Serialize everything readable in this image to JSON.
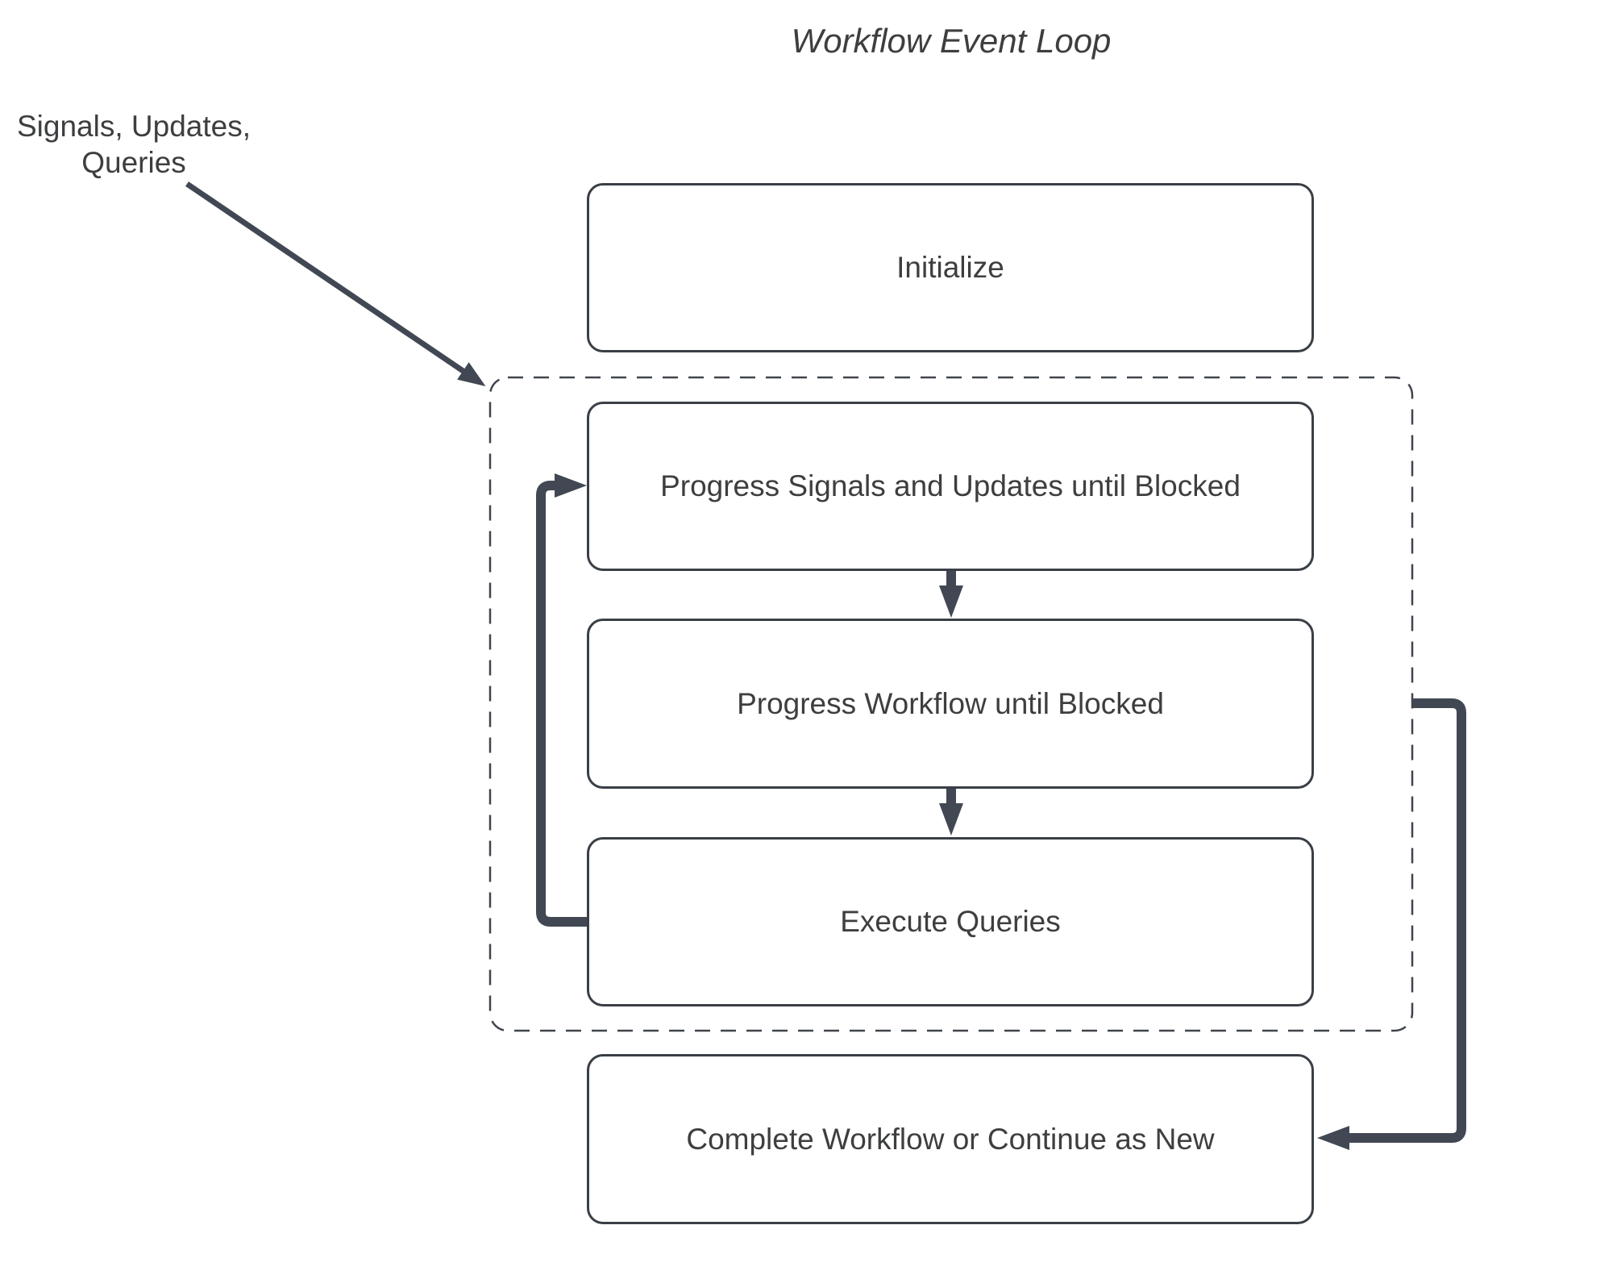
{
  "title": "Workflow Event Loop",
  "side_label": {
    "lines": [
      "Signals, Updates,",
      "Queries"
    ]
  },
  "nodes": {
    "initialize": {
      "label": "Initialize"
    },
    "progress_signals": {
      "label": "Progress Signals and Updates until Blocked"
    },
    "progress_workflow": {
      "label": "Progress Workflow until Blocked"
    },
    "execute_queries": {
      "label": "Execute Queries"
    },
    "complete": {
      "label": "Complete Workflow or Continue as New"
    }
  },
  "group": {
    "name": "event-loop-group",
    "border_style": "dashed",
    "contains": [
      "progress_signals",
      "progress_workflow",
      "execute_queries"
    ]
  },
  "edges": [
    {
      "from": "side_label",
      "to": "event-loop-group",
      "type": "straight-diagonal-arrow"
    },
    {
      "from": "progress_signals",
      "to": "progress_workflow",
      "type": "down-arrow"
    },
    {
      "from": "progress_workflow",
      "to": "execute_queries",
      "type": "down-arrow"
    },
    {
      "from": "execute_queries",
      "to": "progress_signals",
      "type": "loop-back-left-elbow-arrow"
    },
    {
      "from": "event-loop-group",
      "to": "complete",
      "type": "right-elbow-arrow"
    }
  ],
  "colors": {
    "background": "#ffffff",
    "box_border": "#3a3f46",
    "dashed_border": "#40454c",
    "arrow": "#414853",
    "text": "#3d3e40",
    "title_text": "#3d3e40"
  }
}
